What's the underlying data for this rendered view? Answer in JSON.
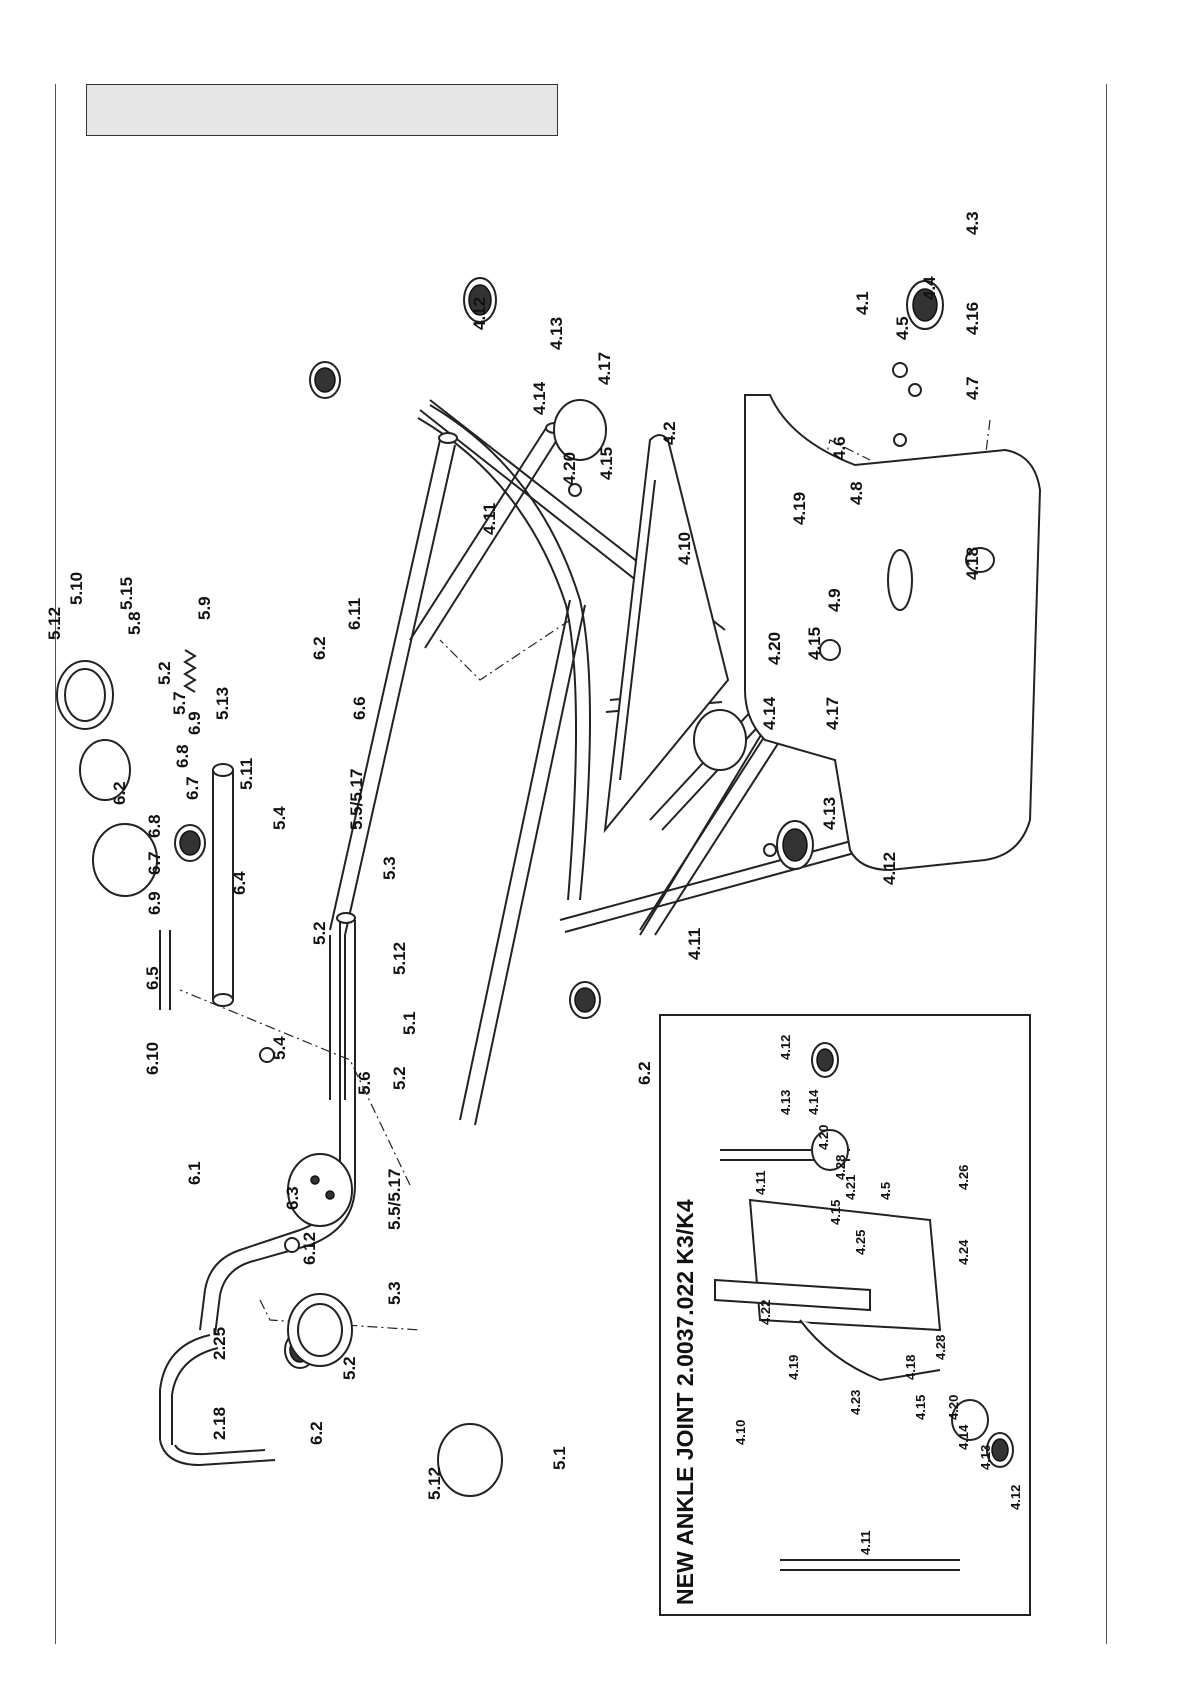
{
  "inset": {
    "title": "NEW ANKLE JOINT 2.0037.022 K3/K4"
  },
  "callouts": {
    "p2_18": "2.18",
    "p2_25": "2.25",
    "p4_1": "4.1",
    "p4_2": "4.2",
    "p4_3": "4.3",
    "p4_4": "4.4",
    "p4_5": "4.5",
    "p4_6": "4.6",
    "p4_7": "4.7",
    "p4_8": "4.8",
    "p4_9": "4.9",
    "p4_10": "4.10",
    "p4_11": "4.11",
    "p4_12": "4.12",
    "p4_13": "4.13",
    "p4_14": "4.14",
    "p4_15": "4.15",
    "p4_16": "4.16",
    "p4_17": "4.17",
    "p4_18": "4.18",
    "p4_19": "4.19",
    "p4_20": "4.20",
    "p4_21": "4.21",
    "p4_22": "4.22",
    "p4_23": "4.23",
    "p4_24": "4.24",
    "p4_25": "4.25",
    "p4_26": "4.26",
    "p4_28": "4.28",
    "p5_1": "5.1",
    "p5_2": "5.2",
    "p5_3": "5.3",
    "p5_4": "5.4",
    "p5_5_17": "5.5/5.17",
    "p5_6": "5.6",
    "p5_7": "5.7",
    "p5_8": "5.8",
    "p5_9": "5.9",
    "p5_10": "5.10",
    "p5_11": "5.11",
    "p5_12": "5.12",
    "p5_13": "5.13",
    "p5_15": "5.15",
    "p6_1": "6.1",
    "p6_2": "6.2",
    "p6_3": "6.3",
    "p6_4": "6.4",
    "p6_5": "6.5",
    "p6_6": "6.6",
    "p6_7": "6.7",
    "p6_8": "6.8",
    "p6_9": "6.9",
    "p6_10": "6.10",
    "p6_11": "6.11",
    "p6_12": "6.12"
  }
}
